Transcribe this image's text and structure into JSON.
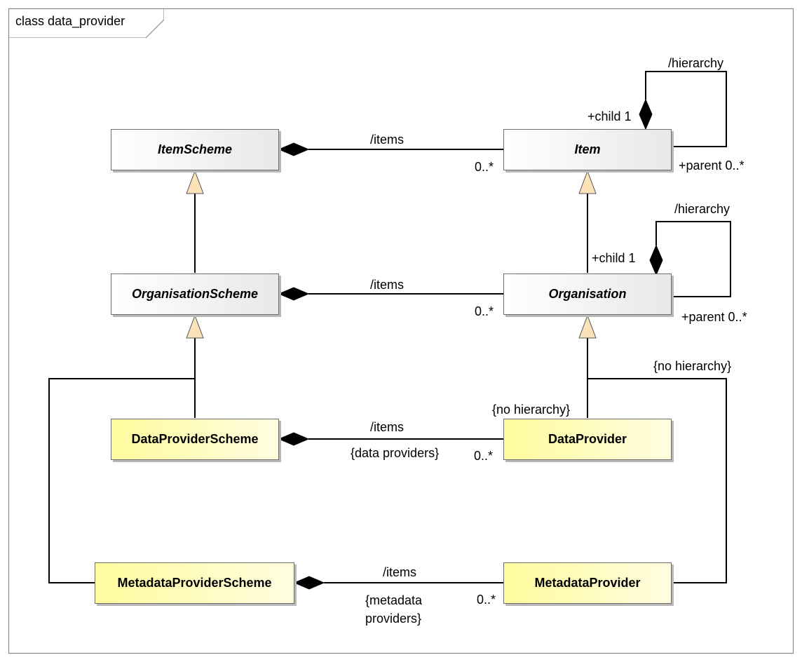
{
  "frame": {
    "title": "class data_provider"
  },
  "classes": {
    "item_scheme": "ItemScheme",
    "item": "Item",
    "organisation_scheme": "OrganisationScheme",
    "organisation": "Organisation",
    "data_provider_scheme": "DataProviderScheme",
    "data_provider": "DataProvider",
    "metadata_provider_scheme": "MetadataProviderScheme",
    "metadata_provider": "MetadataProvider"
  },
  "labels": {
    "items_role": "/items",
    "multiplicity_many": "0..*",
    "hierarchy_role": "/hierarchy",
    "child_one": "+child 1",
    "parent_many": "+parent 0..*",
    "no_hierarchy": "{no hierarchy}",
    "data_providers_constraint": "{data providers}",
    "metadata_providers_line1": "{metadata",
    "metadata_providers_line2": "providers}"
  },
  "colors": {
    "abstract_fill": "#ebebeb",
    "concrete_fill": "#fffb9e",
    "generalization_arrow": "#fbe2b8",
    "line": "#000000"
  }
}
